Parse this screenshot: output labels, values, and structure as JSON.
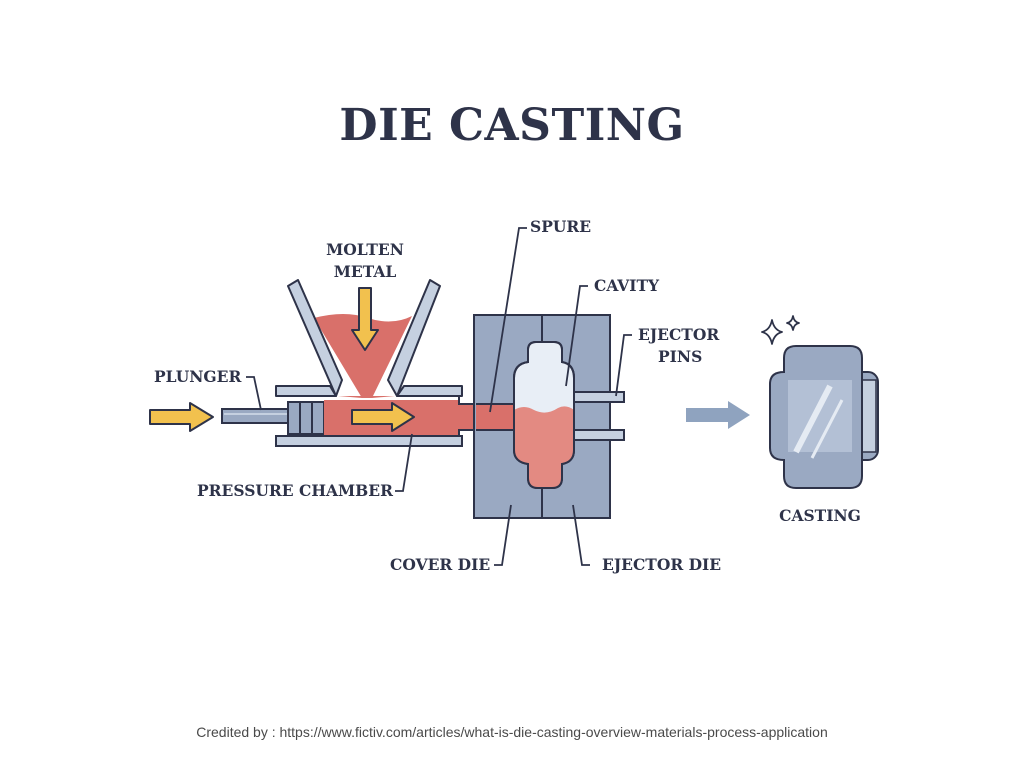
{
  "title": "DIE CASTING",
  "labels": {
    "molten_metal_line1": "MOLTEN",
    "molten_metal_line2": "METAL",
    "plunger": "PLUNGER",
    "pressure_chamber": "PRESSURE CHAMBER",
    "spure": "SPURE",
    "cavity": "CAVITY",
    "ejector_pins_line1": "EJECTOR",
    "ejector_pins_line2": "PINS",
    "cover_die": "COVER DIE",
    "ejector_die": "EJECTOR DIE",
    "casting": "CASTING"
  },
  "colors": {
    "outline": "#2e3349",
    "metal_fill": "#d9706a",
    "metal_light": "#e79a92",
    "die_fill": "#9aa9c2",
    "die_light": "#c5d0e0",
    "arrow_yellow": "#f2c14e",
    "arrow_blue": "#8fa3bf"
  },
  "credit": "Credited by : https://www.fictiv.com/articles/what-is-die-casting-overview-materials-process-application"
}
